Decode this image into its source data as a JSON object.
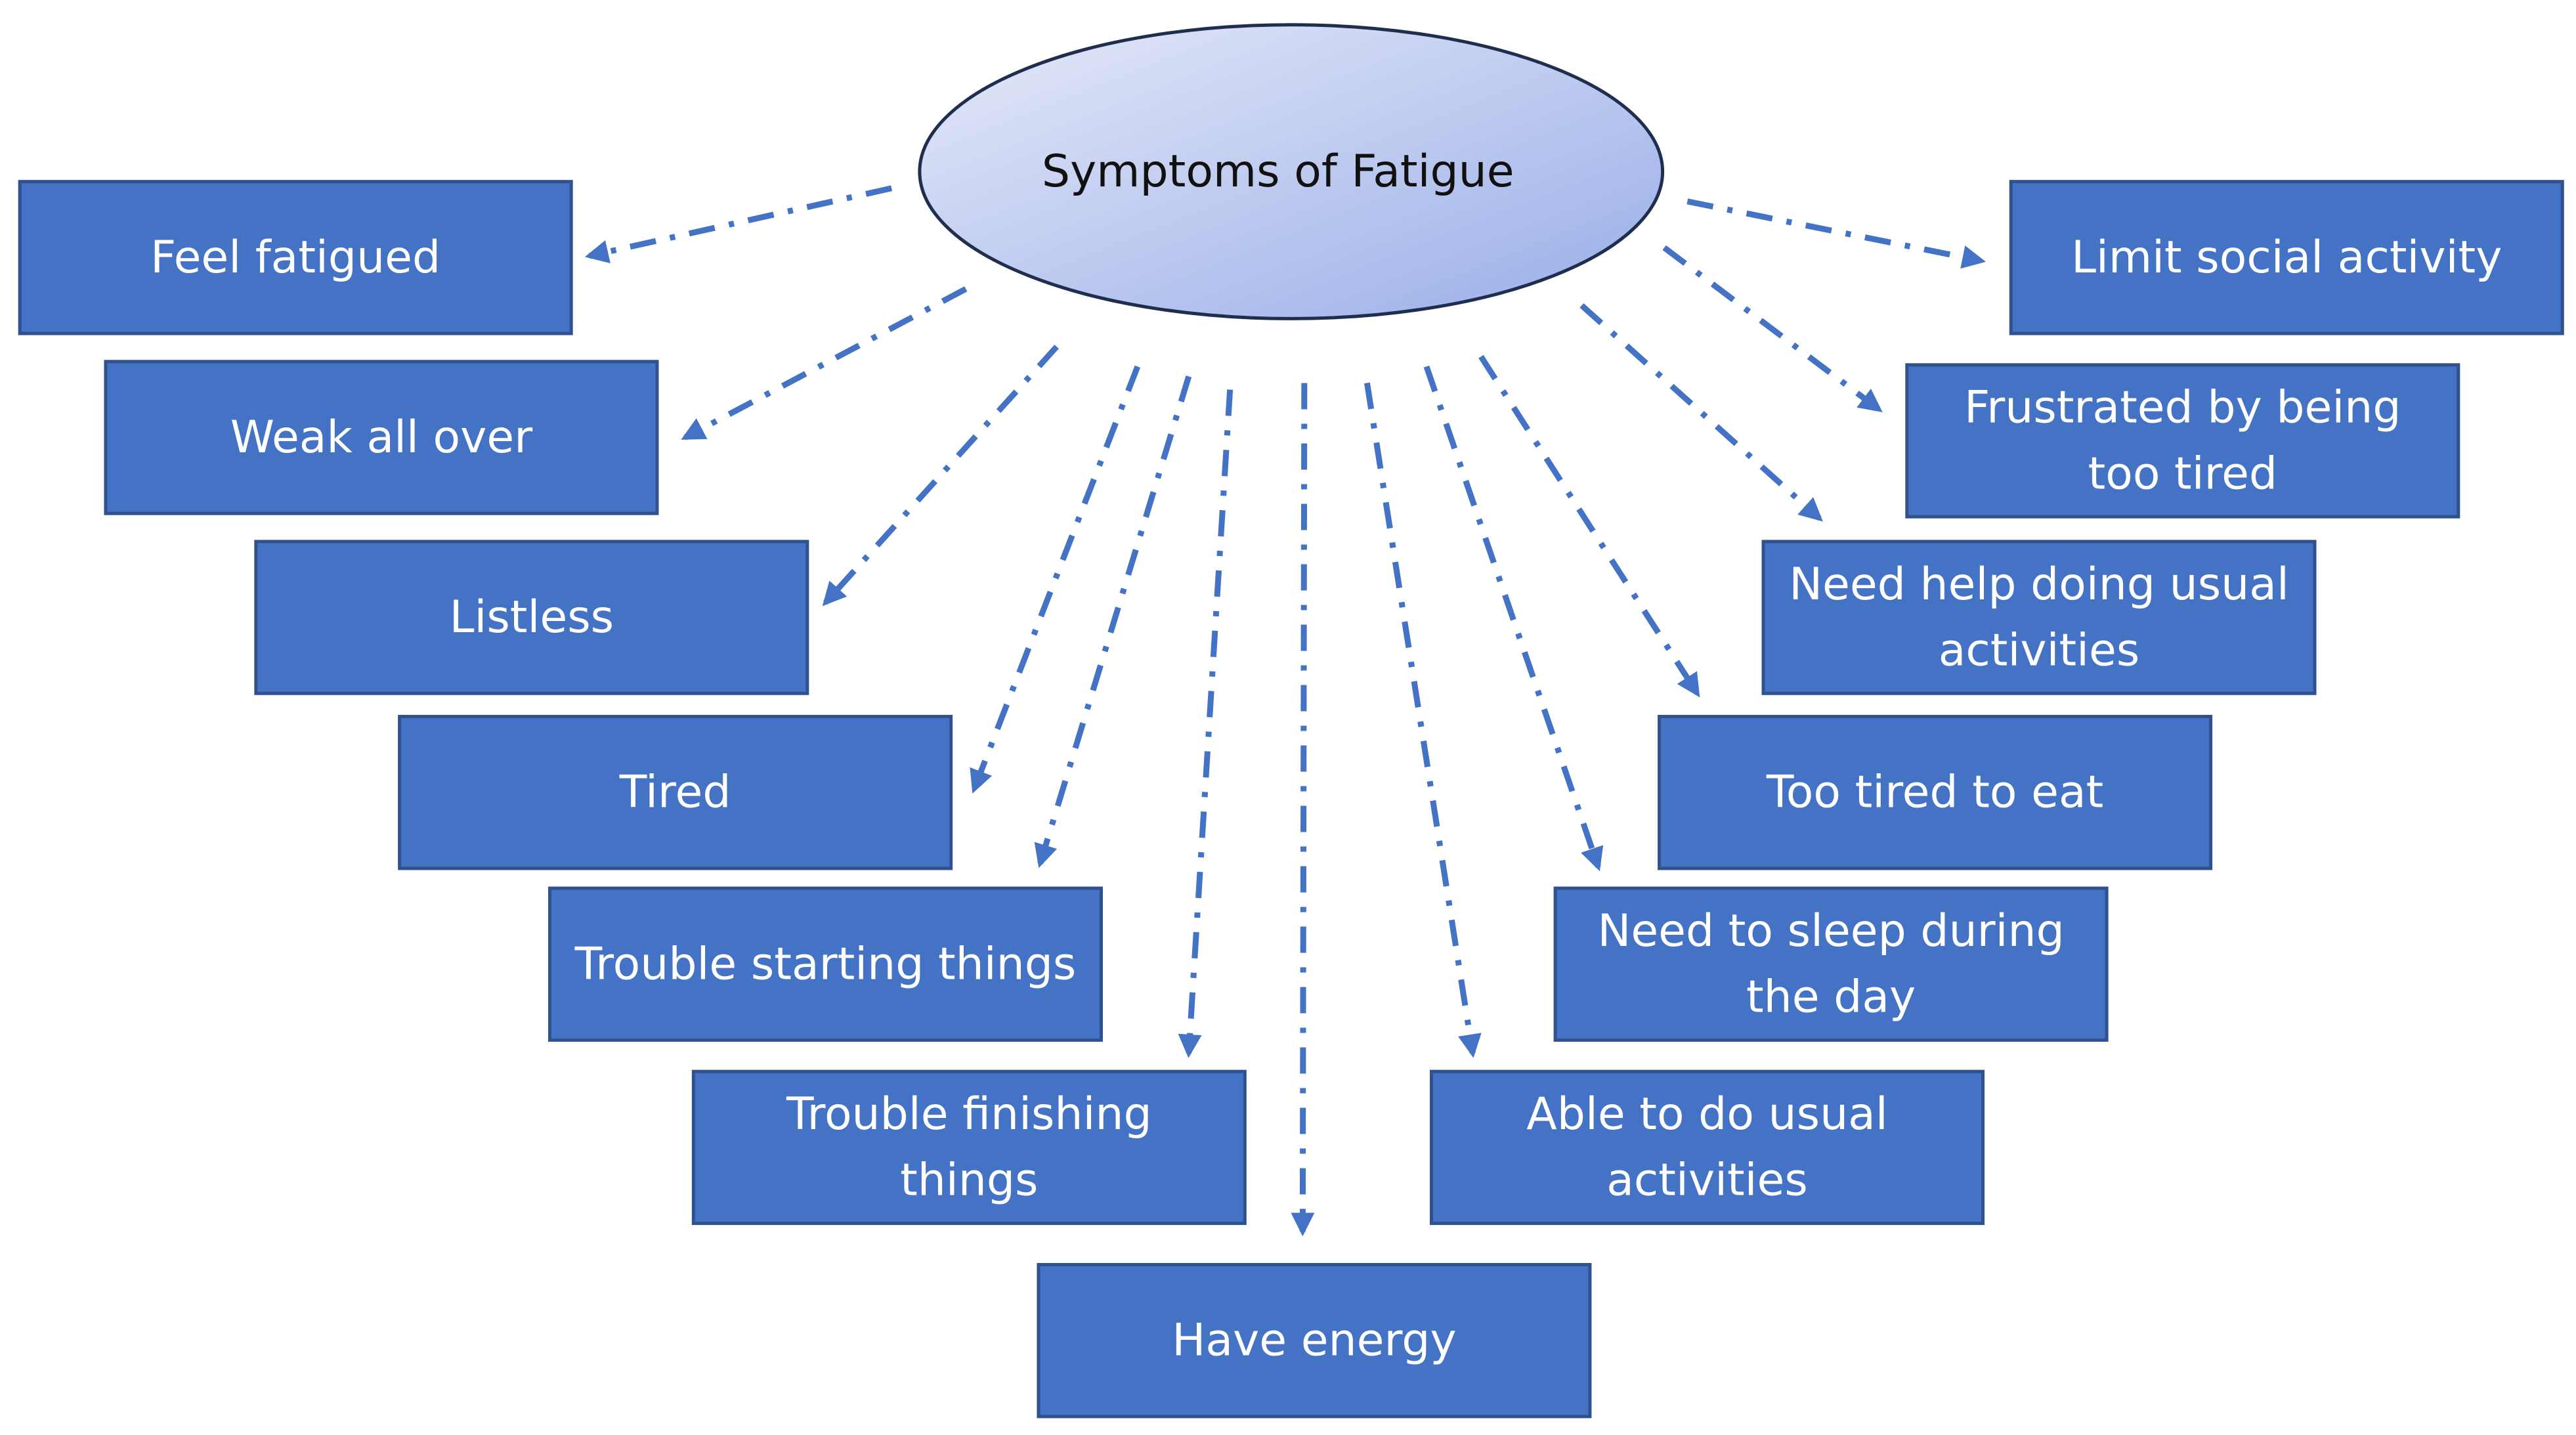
{
  "center": {
    "label": "Symptoms of Fatigue"
  },
  "symptoms": [
    {
      "id": "feel-fatigued",
      "lines": [
        "Feel fatigued"
      ]
    },
    {
      "id": "weak-all-over",
      "lines": [
        "Weak all over"
      ]
    },
    {
      "id": "listless",
      "lines": [
        "Listless"
      ]
    },
    {
      "id": "tired",
      "lines": [
        "Tired"
      ]
    },
    {
      "id": "trouble-starting-things",
      "lines": [
        "Trouble starting things"
      ]
    },
    {
      "id": "trouble-finishing-things",
      "lines": [
        "Trouble finishing",
        "things"
      ]
    },
    {
      "id": "have-energy",
      "lines": [
        "Have energy"
      ]
    },
    {
      "id": "able-to-do-usual-activities",
      "lines": [
        "Able to do usual",
        "activities"
      ]
    },
    {
      "id": "need-to-sleep-during-the-day",
      "lines": [
        "Need to sleep during",
        "the day"
      ]
    },
    {
      "id": "too-tired-to-eat",
      "lines": [
        "Too tired to eat"
      ]
    },
    {
      "id": "need-help-doing-usual-activities",
      "lines": [
        "Need help doing usual",
        "activities"
      ]
    },
    {
      "id": "frustrated-by-being-too-tired",
      "lines": [
        "Frustrated by being",
        "too tired"
      ]
    },
    {
      "id": "limit-social-activity",
      "lines": [
        "Limit social activity"
      ]
    }
  ],
  "colors": {
    "box_fill": "#4472c4",
    "box_border": "#2f528f",
    "box_text": "#ffffff",
    "arrow": "#4472c4",
    "ellipse_light": "#dde3f6",
    "ellipse_dark": "#9fb3ea",
    "center_text": "#111111"
  },
  "arrow_style": "dash-dot"
}
